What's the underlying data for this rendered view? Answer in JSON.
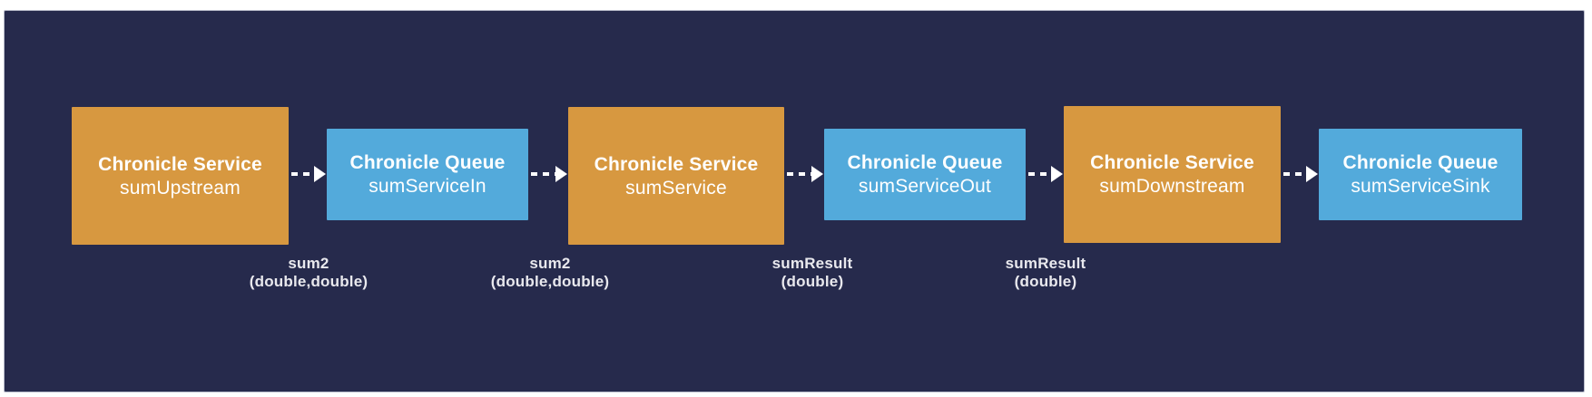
{
  "colors": {
    "page_bg": "#ffffff",
    "panel_bg": "#262a4c",
    "service_fill": "#d79840",
    "queue_fill": "#53aadb",
    "node_text": "#ffffff",
    "label_text": "#e9e9ee",
    "arrow": "#ffffff"
  },
  "nodes": [
    {
      "type": "service",
      "title": "Chronicle Service",
      "name": "sumUpstream"
    },
    {
      "type": "queue",
      "title": "Chronicle Queue",
      "name": "sumServiceIn"
    },
    {
      "type": "service",
      "title": "Chronicle Service",
      "name": "sumService"
    },
    {
      "type": "queue",
      "title": "Chronicle Queue",
      "name": "sumServiceOut"
    },
    {
      "type": "service",
      "title": "Chronicle Service",
      "name": "sumDownstream"
    },
    {
      "type": "queue",
      "title": "Chronicle Queue",
      "name": "sumServiceSink"
    }
  ],
  "edge_labels": [
    {
      "method": "sum2",
      "signature": "(double,double)"
    },
    {
      "method": "sum2",
      "signature": "(double,double)"
    },
    {
      "method": "sumResult",
      "signature": "(double)"
    },
    {
      "method": "sumResult",
      "signature": "(double)"
    }
  ]
}
